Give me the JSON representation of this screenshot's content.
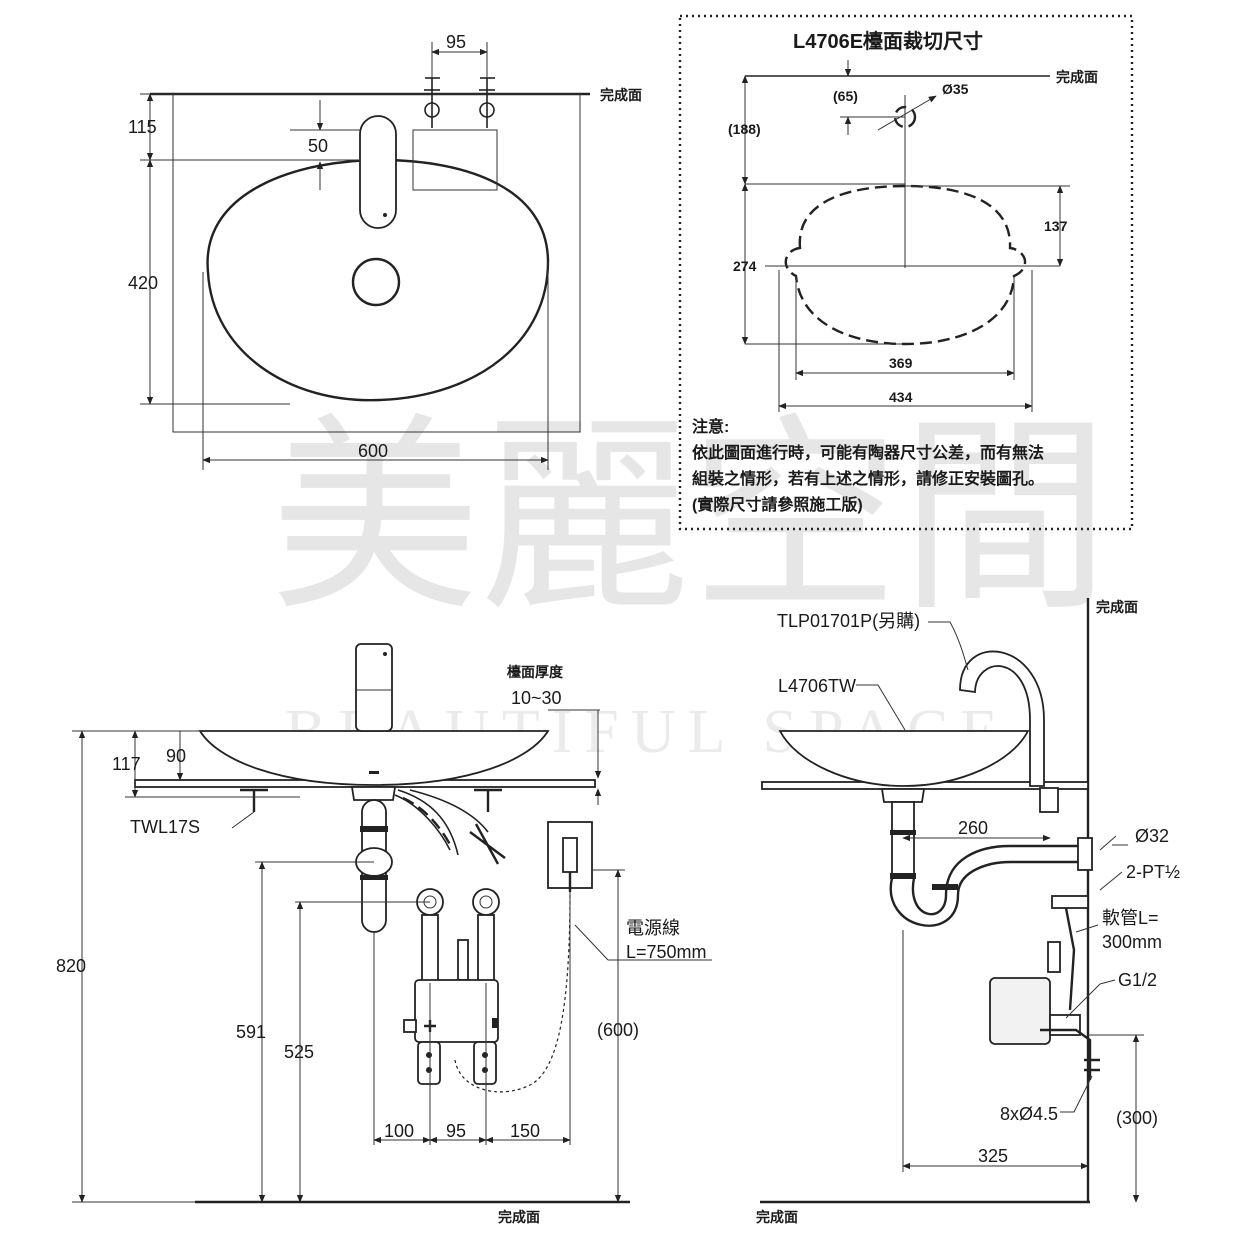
{
  "watermark": {
    "cn": "美麗空間",
    "en": "BEAUTIFUL SPACE"
  },
  "top_view": {
    "finish_surface": "完成面",
    "dims": {
      "d95": "95",
      "d115": "115",
      "d50": "50",
      "d420": "420",
      "d600": "600"
    }
  },
  "cutout": {
    "title": "L4706E檯面裁切尺寸",
    "finish_surface": "完成面",
    "dims": {
      "d65": "(65)",
      "d35": "Ø35",
      "d188": "(188)",
      "d137": "137",
      "d274": "274",
      "d369": "369",
      "d434": "434"
    },
    "note_title": "注意:",
    "note_lines": [
      "依此圖面進行時，可能有陶器尺寸公差，而有無法",
      "組裝之情形，若有上述之情形，請修正安裝圖孔。",
      "(實際尺寸請參照施工版)"
    ]
  },
  "front_view": {
    "counter_thickness": "檯面厚度",
    "thickness_range": "10~30",
    "drain_model": "TWL17S",
    "power_cord": "電源線",
    "power_cord_len": "L=750mm",
    "finish_surface": "完成面",
    "dims": {
      "d117": "117",
      "d90": "90",
      "d820": "820",
      "d591": "591",
      "d525": "525",
      "d600p": "(600)",
      "d100": "100",
      "d95": "95",
      "d150": "150"
    }
  },
  "side_view": {
    "finish_surface_top": "完成面",
    "finish_surface_bottom": "完成面",
    "trap_model": "TLP01701P(另購)",
    "basin_model": "L4706TW",
    "dims": {
      "d260": "260",
      "d32": "Ø32",
      "pt": "2-PT½",
      "hose": "軟管L=",
      "hose_len": "300mm",
      "g12": "G1/2",
      "screws": "8xØ4.5",
      "d300p": "(300)",
      "d325": "325"
    }
  }
}
